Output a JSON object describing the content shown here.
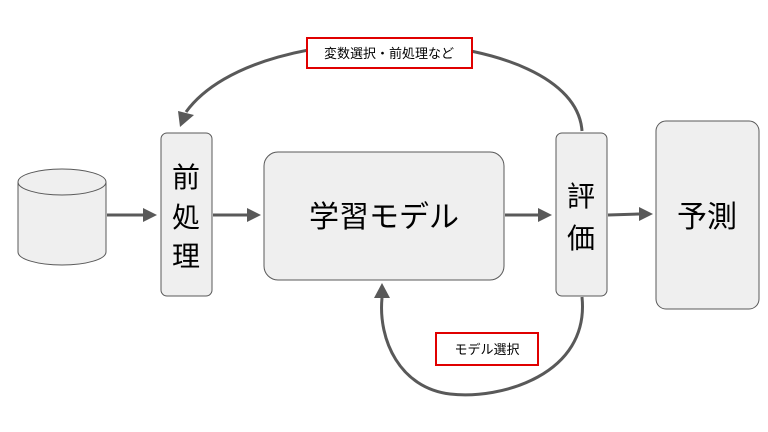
{
  "nodes": {
    "preprocess_chars": [
      "前",
      "処",
      "理"
    ],
    "model": "学習モデル",
    "evaluate_chars": [
      "評",
      "価"
    ],
    "predict": "予測"
  },
  "labels": {
    "loop_top": "変数選択・前処理など",
    "loop_bottom": "モデル選択"
  },
  "colors": {
    "box_fill": "#efefef",
    "border": "#595959",
    "label_border": "#e00000"
  }
}
